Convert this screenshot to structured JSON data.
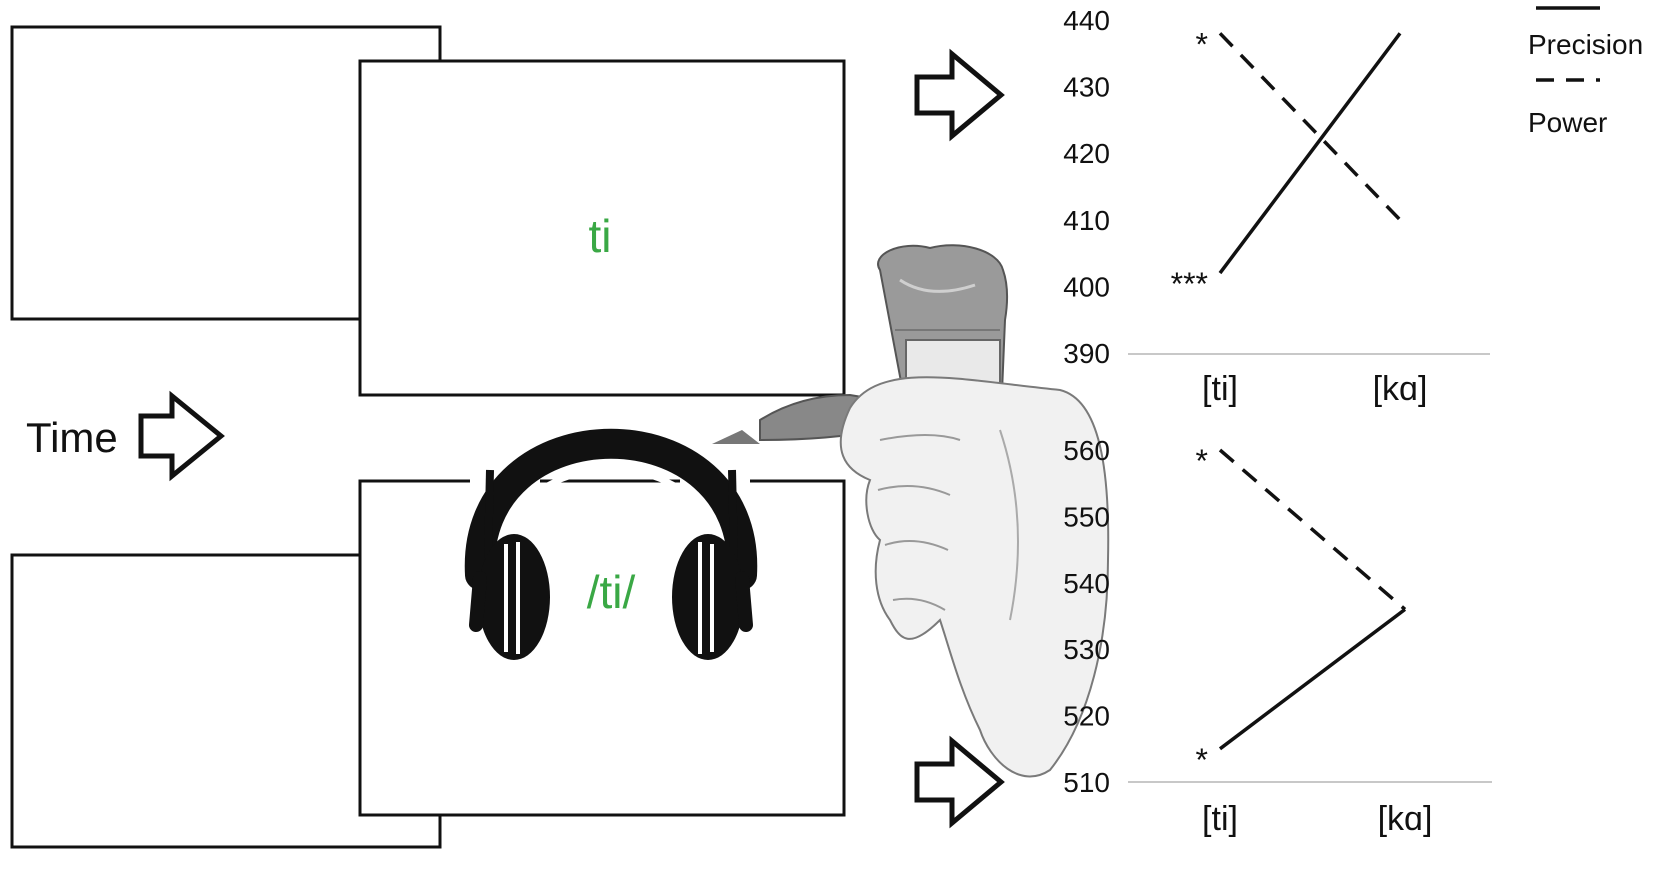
{
  "figure": {
    "time_label": "Time",
    "visual_stimulus": "ti",
    "auditory_stimulus": "/ti/",
    "stimulus_color": "#3aa845",
    "icons": [
      "headphones-icon",
      "grip-force-handle-illustration",
      "right-arrow-icon"
    ]
  },
  "chart_data": [
    {
      "type": "line",
      "categories": [
        "[ti]",
        "[kɑ]"
      ],
      "series": [
        {
          "name": "Precision",
          "style": "solid",
          "values": [
            402,
            438
          ]
        },
        {
          "name": "Power",
          "style": "dashed",
          "values": [
            438,
            410
          ]
        }
      ],
      "annotations": [
        {
          "category": "[ti]",
          "series": "Precision",
          "text": "***"
        },
        {
          "category": "[ti]",
          "series": "Power",
          "text": "*"
        }
      ],
      "yticks": [
        "440",
        "430",
        "420",
        "410",
        "400",
        "390"
      ],
      "ylim": [
        390,
        440
      ],
      "grid": false,
      "legend": {
        "position": "top-right",
        "entries": [
          "Precision",
          "Power"
        ]
      }
    },
    {
      "type": "line",
      "categories": [
        "[ti]",
        "[kɑ]"
      ],
      "series": [
        {
          "style": "solid",
          "values": [
            515,
            536
          ]
        },
        {
          "style": "dashed",
          "values": [
            560,
            536
          ]
        }
      ],
      "annotations": [
        {
          "category": "[ti]",
          "series": "solid",
          "text": "*"
        },
        {
          "category": "[ti]",
          "series": "dashed",
          "text": "*"
        }
      ],
      "yticks": [
        "560",
        "550",
        "540",
        "530",
        "520",
        "510"
      ],
      "ylim": [
        510,
        560
      ],
      "grid": false
    }
  ]
}
